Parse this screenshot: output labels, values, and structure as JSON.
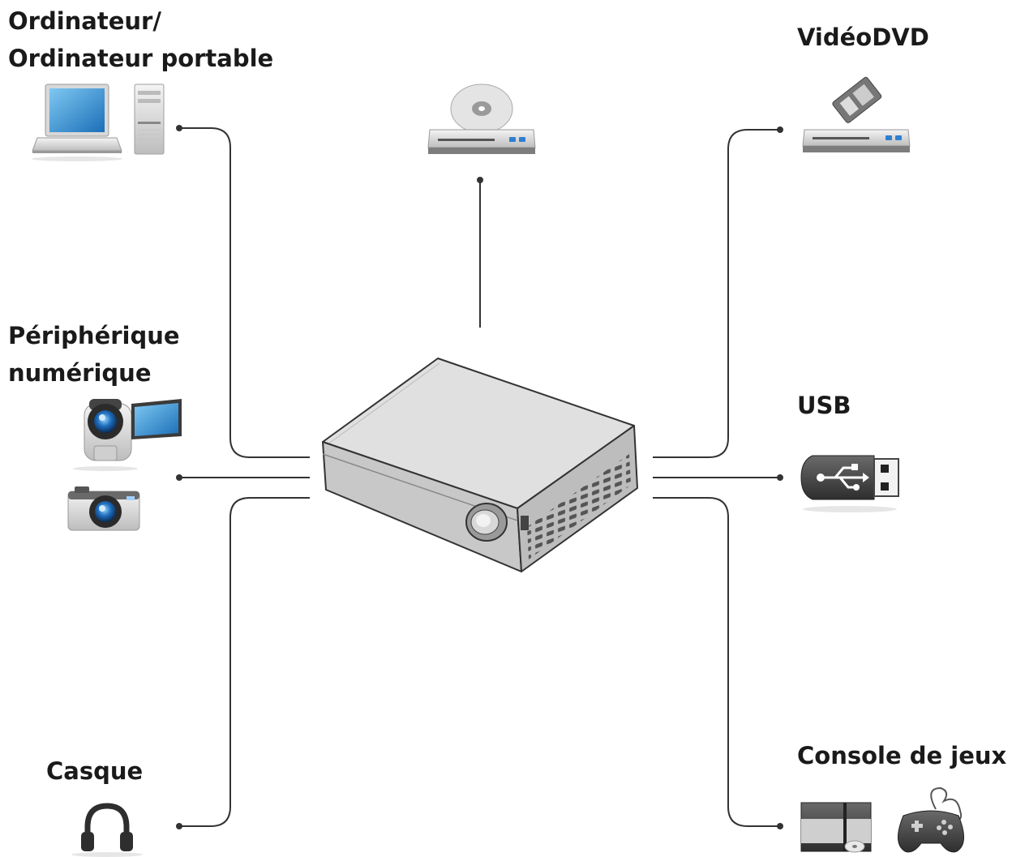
{
  "labels": {
    "computer": [
      "Ordinateur/",
      "Ordinateur portable"
    ],
    "digital_device": [
      "Périphérique",
      "numérique"
    ],
    "headset": [
      "Casque"
    ],
    "video_dvd": [
      "VidéoDVD"
    ],
    "usb": [
      "USB"
    ],
    "game_console": [
      "Console de jeux"
    ]
  },
  "colors": {
    "line": "#333333",
    "screen_blue": "#2a8fd4",
    "device_gray": "#cfcfcf",
    "device_dark": "#5a5a5a",
    "indicator_blue": "#2f7fd0"
  },
  "icons": [
    "laptop-icon",
    "desktop-tower-icon",
    "bluray-player-icon",
    "dvd-player-icon",
    "camcorder-icon",
    "camera-icon",
    "usb-stick-icon",
    "headphones-icon",
    "game-console-icon",
    "gamepad-icon",
    "projector-icon"
  ]
}
